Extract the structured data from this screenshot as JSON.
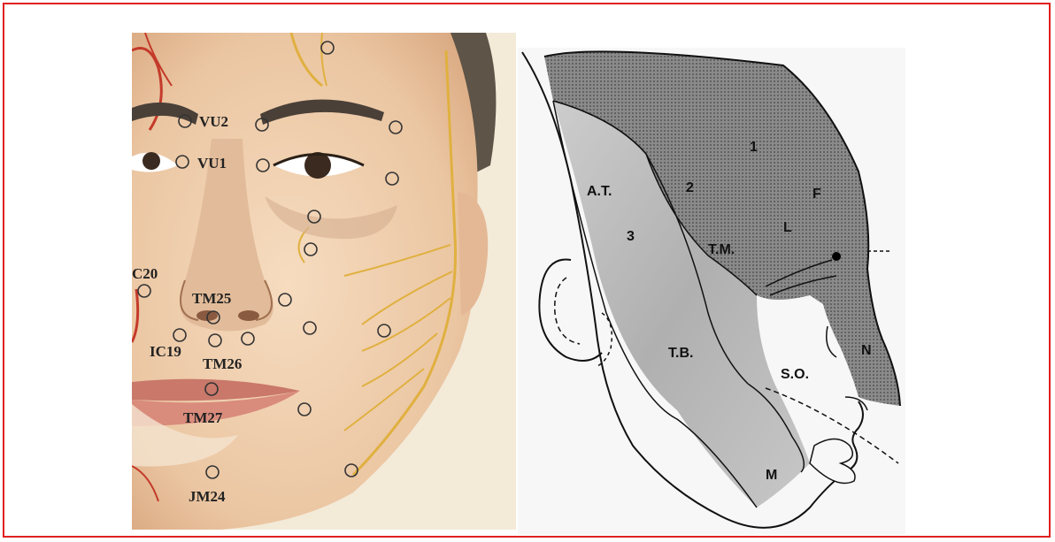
{
  "colors": {
    "frame": "#e02020",
    "skin": "#f0d6b6",
    "nerve": "#e0b040",
    "vessel": "#c43a2a",
    "point_stroke": "#333333",
    "zone_dark": "#6a6a6a",
    "zone_shade": "#b8b8b8"
  },
  "face": {
    "labels": {
      "vu2": "VU2",
      "vu1": "VU1",
      "c20": "C20",
      "tm25": "TM25",
      "ic19": "IC19",
      "tm26": "TM26",
      "tm27": "TM27",
      "jm24": "JM24"
    }
  },
  "profile": {
    "labels": {
      "zone1": "1",
      "zone2": "2",
      "f": "F",
      "l": "L",
      "at": "A.T.",
      "zone3": "3",
      "tm": "T.M.",
      "tb": "T.B.",
      "so": "S.O.",
      "n": "N",
      "m": "M"
    }
  }
}
